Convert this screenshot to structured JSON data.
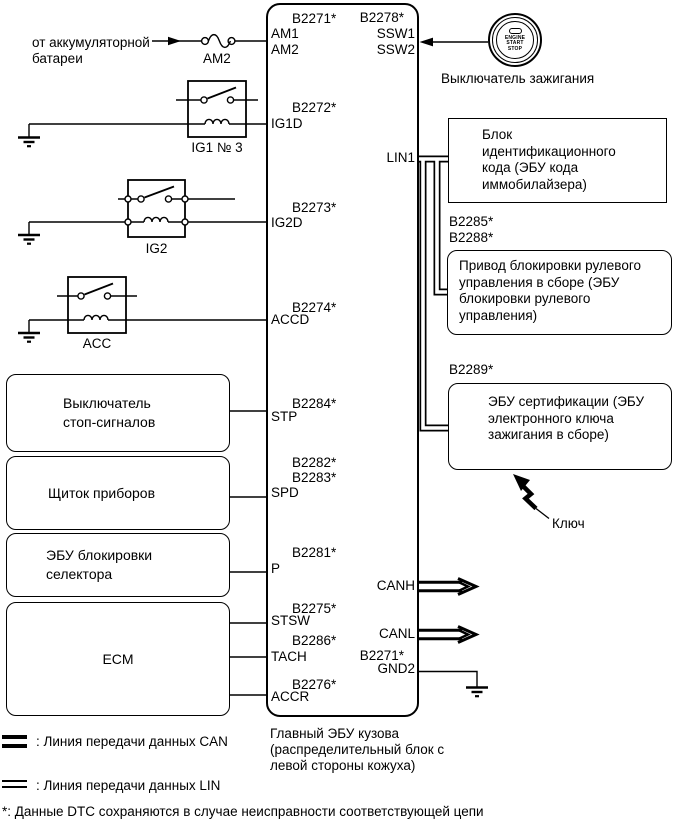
{
  "battery": {
    "line1": "от аккумуляторной",
    "line2": "батареи",
    "fuse_label": "AM2"
  },
  "relays": {
    "ig1_label": "IG1 № 3",
    "ig2_label": "IG2",
    "acc_label": "ACC"
  },
  "left_boxes": {
    "stop_switch": {
      "line1": "Выключатель",
      "line2": "стоп-сигналов"
    },
    "instrument_panel": {
      "line1": "Щиток приборов"
    },
    "shift_lock": {
      "line1": "ЭБУ блокировки",
      "line2": "селектора"
    },
    "ecm": {
      "line1": "ECM"
    }
  },
  "ignition": {
    "label": "Выключатель зажигания",
    "btn1": "ENGINE",
    "btn2": "START",
    "btn3": "STOP"
  },
  "right_boxes": {
    "id_code": {
      "l1": "Блок",
      "l2": "идентификационного",
      "l3": "кода (ЭБУ кода",
      "l4": "иммобилайзера)"
    },
    "steering_lock": {
      "l1": "Привод блокировки рулевого",
      "l2": "управления в сборе (ЭБУ",
      "l3": "блокировки рулевого",
      "l4": "управления)"
    },
    "certification": {
      "l1": "ЭБУ сертификации (ЭБУ",
      "l2": "электронного ключа",
      "l3": "зажигания в сборе)"
    }
  },
  "key_label": "Ключ",
  "pins": {
    "names_left": [
      "AM1",
      "AM2",
      "IG1D",
      "IG2D",
      "ACCD",
      "STP",
      "SPD",
      "P",
      "STSW",
      "TACH",
      "ACCR"
    ],
    "names_right": [
      "SSW1",
      "SSW2",
      "LIN1",
      "CANH",
      "CANL",
      "GND2"
    ],
    "codes": {
      "b2271": "B2271*",
      "b2272": "B2272*",
      "b2273": "B2273*",
      "b2274": "B2274*",
      "b2275": "B2275*",
      "b2276": "B2276*",
      "b2278": "B2278*",
      "b2281": "B2281*",
      "b2282": "B2282*",
      "b2283": "B2283*",
      "b2284": "B2284*",
      "b2285": "B2285*",
      "b2286": "B2286*",
      "b2288": "B2288*",
      "b2289": "B2289*"
    }
  },
  "main_caption": {
    "l1": "Главный ЭБУ кузова",
    "l2": "(распределительный блок с",
    "l3": "левой стороны кожуха)"
  },
  "legend": {
    "can": ": Линия передачи данных CAN",
    "lin": ": Линия передачи данных LIN"
  },
  "footnote": "*: Данные DTC сохраняются в случае неисправности соответствующей цепи",
  "colors": {
    "line": "#000000",
    "background": "#ffffff"
  }
}
